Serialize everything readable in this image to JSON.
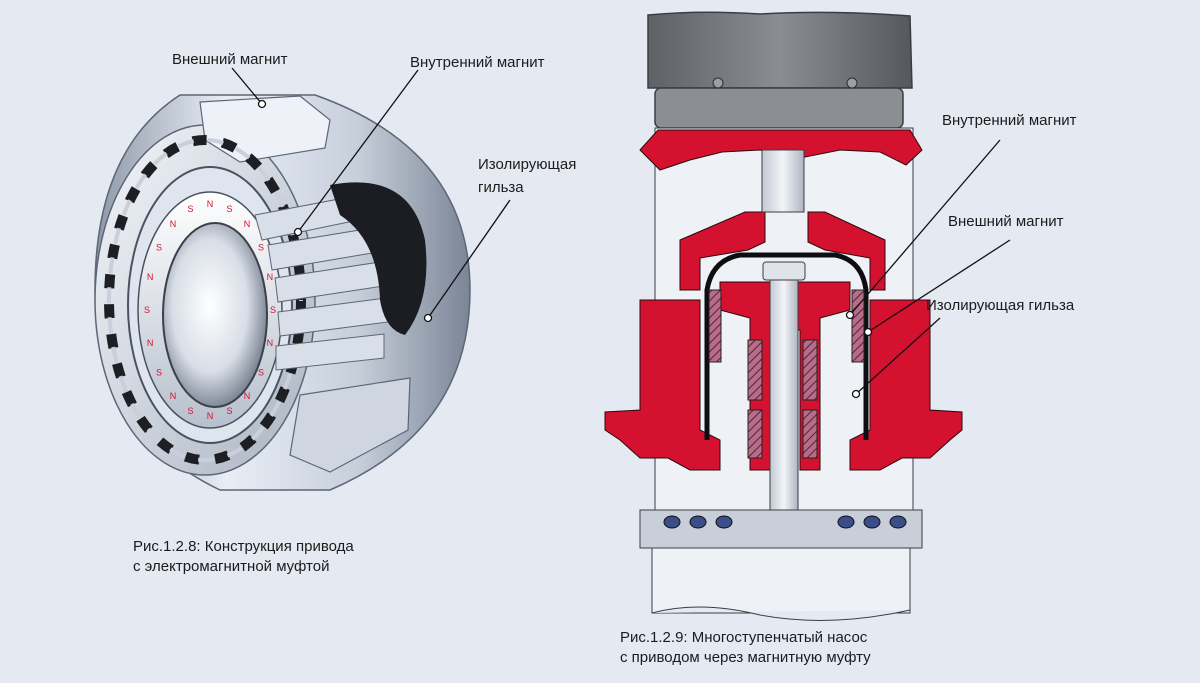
{
  "figure_left": {
    "labels": {
      "outer_magnet": "Внешний магнит",
      "inner_magnet": "Внутренний магнит",
      "sleeve_line1": "Изолирующая",
      "sleeve_line2": "гильза"
    },
    "caption_line1": "Рис.1.2.8: Конструкция привода",
    "caption_line2": "с электромагнитной муфтой",
    "pole_letters": [
      "S",
      "N"
    ]
  },
  "figure_right": {
    "labels": {
      "inner_magnet": "Внутренний магнит",
      "outer_magnet": "Внешний магнит",
      "sleeve": "Изолирующая гильза"
    },
    "caption_line1": "Рис.1.2.9: Многоступенчатый насос",
    "caption_line2": "с приводом через магнитную муфту"
  },
  "colors": {
    "background": "#e4e9f2",
    "housing_red": "#d4112f",
    "steel_light": "#e6ebf2",
    "steel_mid": "#9aa3b0",
    "motor_grey": "#6f7277",
    "magnet_purple": "#9b3a64"
  }
}
